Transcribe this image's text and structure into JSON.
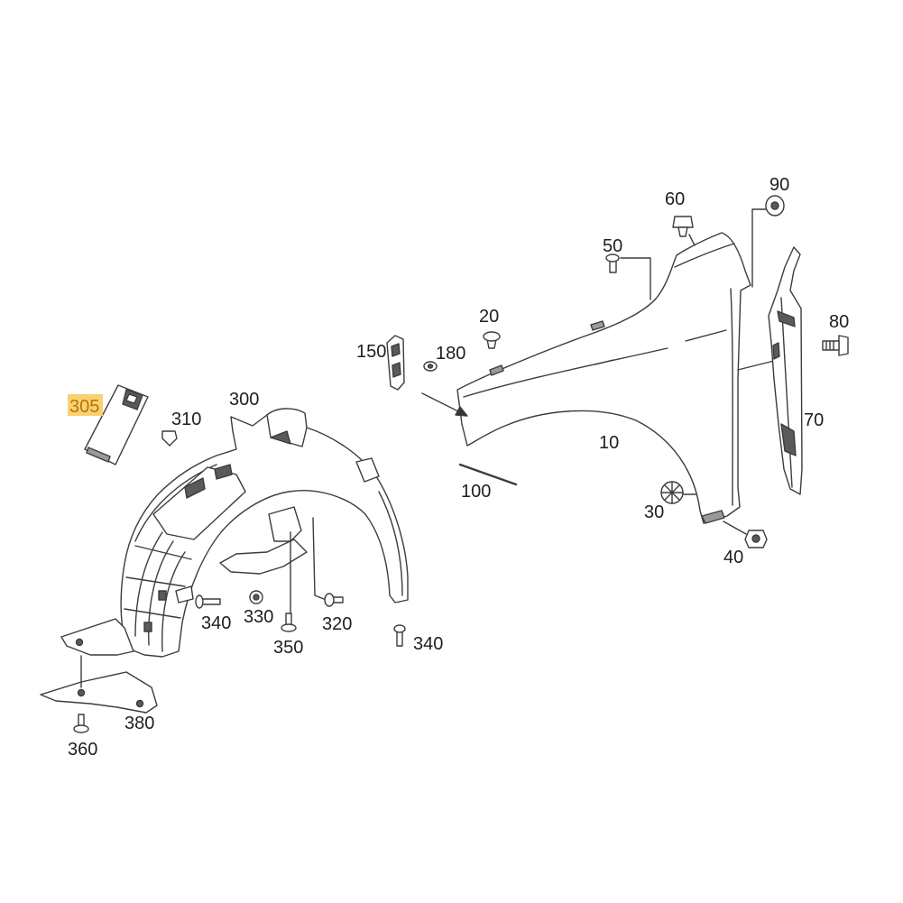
{
  "colors": {
    "line": "#3c3c3c",
    "label": "#1e1e1e",
    "highlight_fill": "#fbd16f",
    "highlight_text": "#b8730a"
  },
  "callouts": {
    "part_305": "305",
    "part_310": "310",
    "part_300": "300",
    "part_150": "150",
    "part_180": "180",
    "part_20": "20",
    "part_50": "50",
    "part_60": "60",
    "part_90": "90",
    "part_80": "80",
    "part_70": "70",
    "part_10": "10",
    "part_100": "100",
    "part_30": "30",
    "part_40": "40",
    "part_340_left": "340",
    "part_330": "330",
    "part_320": "320",
    "part_350": "350",
    "part_340_right": "340",
    "part_380": "380",
    "part_360": "360"
  }
}
